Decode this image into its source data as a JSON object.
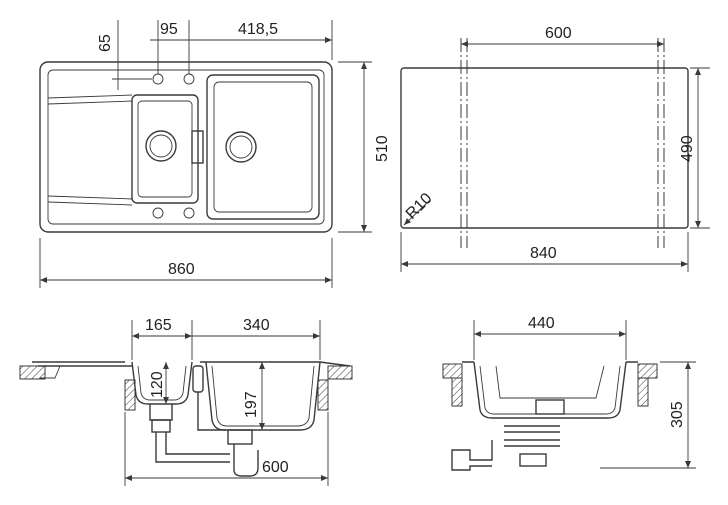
{
  "views": {
    "top_sink": {
      "dims": {
        "width_total": "860",
        "height_total": "510",
        "overflow_offset": "65",
        "tap_spacing": "95",
        "main_bowl_span": "418,5"
      }
    },
    "cutout": {
      "dims": {
        "width": "840",
        "inner_width": "600",
        "height": "490",
        "corner_radius": "R10"
      }
    },
    "front_section": {
      "dims": {
        "small_bowl_width": "165",
        "main_bowl_width": "340",
        "small_bowl_depth": "120",
        "main_bowl_depth": "197",
        "cabinet_width": "600"
      }
    },
    "side_section": {
      "dims": {
        "bowl_length": "440",
        "total_depth": "305"
      }
    }
  }
}
